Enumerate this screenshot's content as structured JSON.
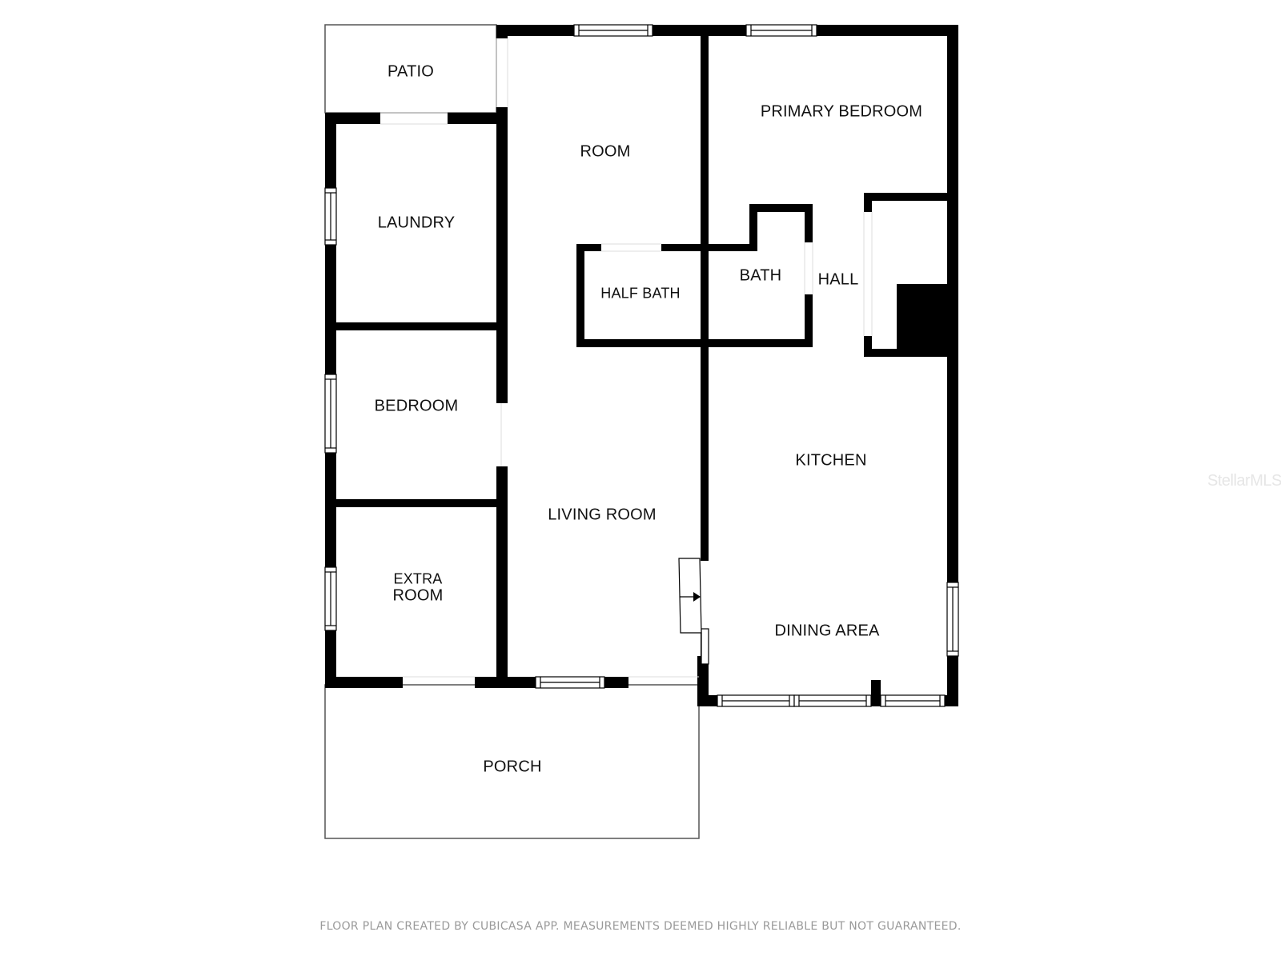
{
  "plan": {
    "rooms": {
      "patio": "PATIO",
      "room": "ROOM",
      "primary_bedroom": "PRIMARY BEDROOM",
      "laundry": "LAUNDRY",
      "half_bath": "HALF BATH",
      "bath": "BATH",
      "hall": "HALL",
      "bedroom": "BEDROOM",
      "kitchen": "KITCHEN",
      "living_room": "LIVING ROOM",
      "extra_room_line1": "EXTRA",
      "extra_room_line2": "ROOM",
      "dining_area": "DINING AREA",
      "porch": "PORCH"
    },
    "wall_color": "#000000",
    "background_color": "#ffffff"
  },
  "watermark": "StellarMLS",
  "footer": "FLOOR PLAN CREATED BY CUBICASA APP. MEASUREMENTS DEEMED HIGHLY RELIABLE BUT NOT GUARANTEED."
}
